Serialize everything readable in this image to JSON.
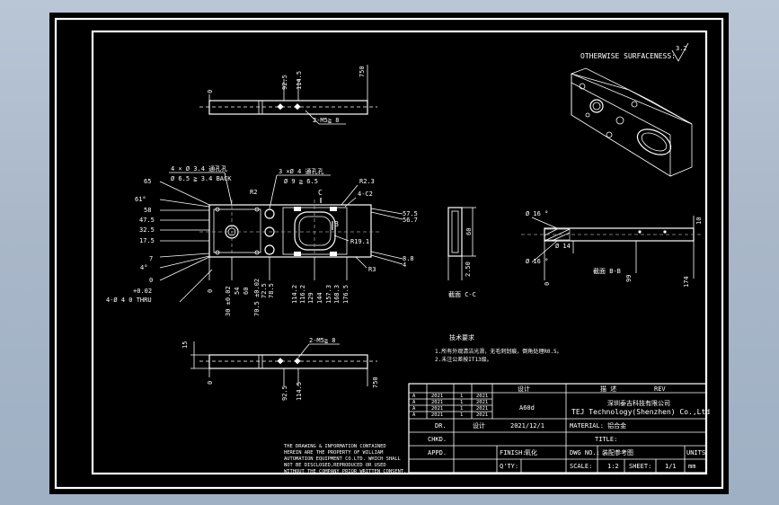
{
  "note_surface": "OTHERWISE SURFACENESS:",
  "roughness_value": "3.2",
  "top_view": {
    "zero": "0",
    "dims": [
      "92.5",
      "114.5",
      "750"
    ],
    "callout": "2-M5≧ 8"
  },
  "front_view": {
    "left_dims": [
      "65",
      "61°",
      "58",
      "47.5",
      "32.5",
      "17.5",
      "7",
      "4°",
      "0"
    ],
    "hole_note_top": "4 × Ø 3.4 通孔孔",
    "hole_note_top2": "Ø 6.5 ≧ 3.4 BACK",
    "hole_note_mid": "3 ×Ø 4 通孔孔",
    "hole_note_mid2": "Ø 9 ≧ 6.5",
    "radius_labels": [
      "R2",
      "R2.3",
      "4-C2",
      "R19.1",
      "R3"
    ],
    "c_label": "C",
    "b_label": "B",
    "right_dims": [
      "57.5",
      "56.7",
      "8.8",
      "4"
    ],
    "bottom_dims": [
      "0",
      "30 ±0.02",
      "54",
      "60",
      "70.5 ±0.02",
      "72.5",
      "78.5",
      "114.2",
      "116.2",
      "129",
      "144",
      "157.3",
      "168.3",
      "176.5"
    ],
    "tolerance": "+0.02",
    "thru_note": "4-Ø 4  0   THRU"
  },
  "side_view": {
    "dims": [
      "60",
      "2.50"
    ],
    "label": "截面 C-C"
  },
  "section_view": {
    "left_labels": [
      "Ø 16 °",
      "Ø 14",
      "Ø 16 °",
      "0"
    ],
    "right_dims": [
      "10",
      "99",
      "174"
    ],
    "label": "截面 B-B"
  },
  "bottom_view": {
    "left_dim": "15",
    "zero": "0",
    "callout": "2-M5≧ 8",
    "dims": [
      "92.5",
      "114.5",
      "750"
    ]
  },
  "tech_notes": {
    "title": "技术要求",
    "line1": "1.所有外观清洁光滑，无毛刺划痕，倒角处理R0.5。",
    "line2": "2.未注公差按IT13级。"
  },
  "copyright": [
    "THE DRAWING & INFORMATION CONTAINED",
    "HEREIN ARE THE PROPERTY OF WILLIAM",
    "AUTOMATION EQUIPMENT CO.LTD. WHICH SHALL",
    "NOT BE DISCLOSED,REPRODUCED OR USED",
    "WITHOUT THE COMPANY PRIOR WRITTEN CONSENT."
  ],
  "title_block": {
    "rev_rows": [
      [
        "A",
        "2021",
        "1",
        "2021"
      ],
      [
        "A",
        "2021",
        "1",
        "2021"
      ],
      [
        "A",
        "2021",
        "1",
        "2021"
      ],
      [
        "A",
        "2021",
        "1",
        "2021"
      ]
    ],
    "header_draw": "设计",
    "header_desc": "描 述",
    "header_rev": "REV",
    "part_code": "A60d",
    "company_cn": "深圳泰吉科技有限公司",
    "company_en": "TEJ Technology(Shenzhen) Co.,Ltd",
    "dr_label": "DR.",
    "dr_name": "设计",
    "date": "2021/12/1",
    "chkd_label": "CHKD.",
    "material": "MATERIAL: 铝合金",
    "title_label": "TITLE:",
    "appd_label": "APPD.",
    "finish_label": "FINISH:",
    "finish_value": "氧化",
    "dwg_label": "DWG NO.:",
    "dwg_value": "装配参考图",
    "units_label": "UNITS",
    "qty_label": "Q'TY:",
    "scale_label": "SCALE:",
    "scale_value": "1:2",
    "sheet_label": "SHEET:",
    "sheet_value": "1/1",
    "units_value": "mm"
  }
}
